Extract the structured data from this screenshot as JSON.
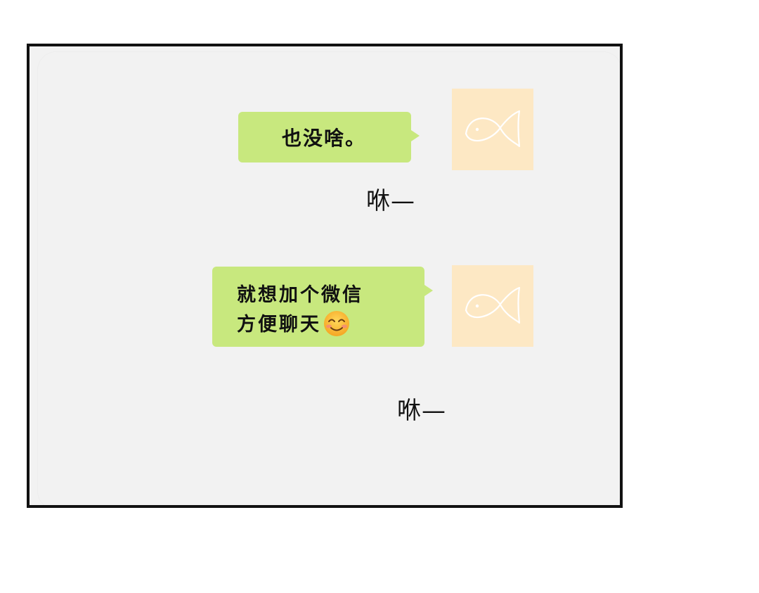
{
  "messages": [
    {
      "text": "也没啥。",
      "sound_effect": "咻—"
    },
    {
      "lines": [
        "就想加个微信",
        "方便聊天"
      ],
      "sound_effect": "咻—"
    }
  ],
  "colors": {
    "panel_background": "#f2f2f2",
    "panel_border": "#111111",
    "bubble": "#c8e87e",
    "avatar_background": "#fde8c4",
    "text": "#111111"
  },
  "icons": {
    "avatar": "fish-logo-icon",
    "emoji": "smiling-face-emoji-icon"
  }
}
